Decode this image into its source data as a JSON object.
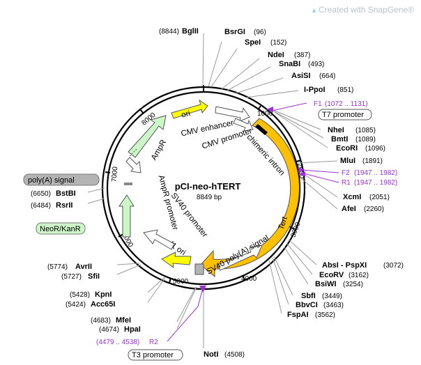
{
  "watermark": "Created with SnapGene®",
  "plasmid": {
    "name": "pCI-neo-hTERT",
    "size": "8849 bp"
  },
  "ticks": [
    "1000",
    "2000",
    "3000",
    "4000",
    "5000",
    "6000",
    "7000",
    "8000"
  ],
  "enzymes_right": [
    {
      "name": "BglII",
      "pos": "(8844)"
    },
    {
      "name": "BsrGI",
      "pos": "(96)"
    },
    {
      "name": "SpeI",
      "pos": "(152)"
    },
    {
      "name": "NdeI",
      "pos": "(387)"
    },
    {
      "name": "SnaBI",
      "pos": "(493)"
    },
    {
      "name": "AsiSI",
      "pos": "(664)"
    },
    {
      "name": "I-PpoI",
      "pos": "(851)"
    },
    {
      "name": "NheI",
      "pos": "(1085)"
    },
    {
      "name": "BmtI",
      "pos": "(1089)"
    },
    {
      "name": "EcoRI",
      "pos": "(1096)"
    },
    {
      "name": "MluI",
      "pos": "(1891)"
    },
    {
      "name": "XcmI",
      "pos": "(2051)"
    },
    {
      "name": "AfeI",
      "pos": "(2260)"
    },
    {
      "name": "AbsI - PspXI",
      "pos": "(3072)"
    },
    {
      "name": "EcoRV",
      "pos": "(3162)"
    },
    {
      "name": "BsiWI",
      "pos": "(3254)"
    },
    {
      "name": "SbfI",
      "pos": "(3449)"
    },
    {
      "name": "BbvCI",
      "pos": "(3463)"
    },
    {
      "name": "FspAI",
      "pos": "(3562)"
    },
    {
      "name": "NotI",
      "pos": "(4508)"
    }
  ],
  "enzymes_left": [
    {
      "name": "BstBI",
      "pos": "(6650)"
    },
    {
      "name": "RsrII",
      "pos": "(6484)"
    },
    {
      "name": "AvrII",
      "pos": "(5774)"
    },
    {
      "name": "SfiI",
      "pos": "(5727)"
    },
    {
      "name": "KpnI",
      "pos": "(5428)"
    },
    {
      "name": "Acc65I",
      "pos": "(5424)"
    },
    {
      "name": "MfeI",
      "pos": "(4683)"
    },
    {
      "name": "HpaI",
      "pos": "(4674)"
    }
  ],
  "primers": [
    {
      "name": "F1",
      "range": "(1072 .. 1131)"
    },
    {
      "name": "F2",
      "range": "(1947 .. 1982)"
    },
    {
      "name": "R1",
      "range": "(1947 .. 1982)"
    },
    {
      "name": "R2",
      "range": "(4479 .. 4538)"
    }
  ],
  "boxed_features": {
    "t7": "T7 promoter",
    "t3": "T3 promoter",
    "polyA": "poly(A) signal",
    "neo": "NeoR/KanR"
  },
  "features": {
    "ori": "ori",
    "cmv_enh": "CMV enhancer",
    "cmv_prom": "CMV promoter",
    "chimeric": "chimeric intron",
    "tert": "Tert",
    "sv40pa": "SV40 poly(A) signal",
    "f1ori": "f1 ori",
    "sv40prom": "SV40 promoter",
    "ampr_prom": "AmpR promoter",
    "ampr": "AmpR"
  },
  "colors": {
    "tert": "#ffc000",
    "ori": "#ffff00",
    "ampr": "#ccf5c8",
    "primer": "#9b30d9",
    "polyA_box": "#b4b4b4",
    "neo_box": "#ccf5c8"
  }
}
